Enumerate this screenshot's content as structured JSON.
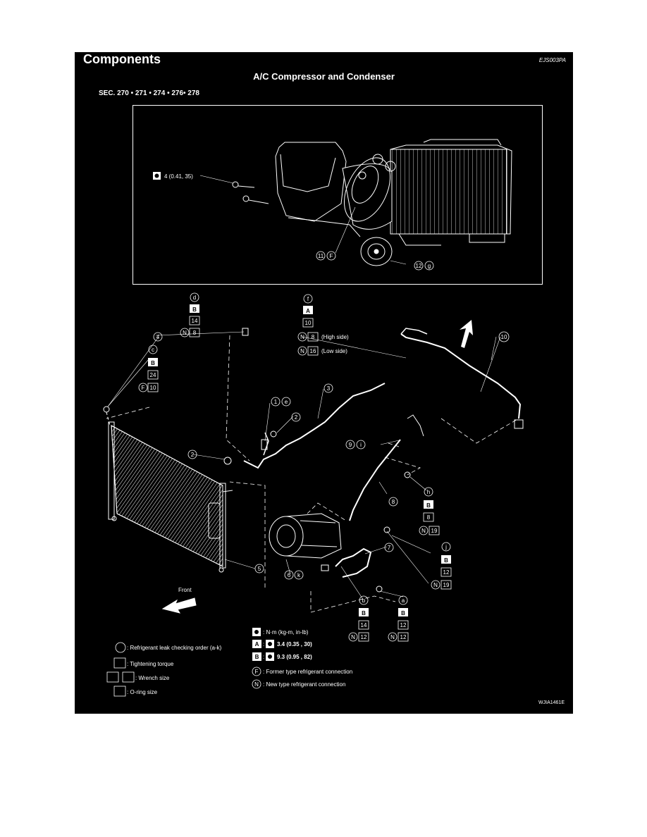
{
  "header": {
    "title": "Components",
    "code": "EJS003PA",
    "subtitle": "A/C Compressor and Condenser",
    "section": "SEC. 270 • 271 • 274 • 276• 278"
  },
  "inset": {
    "torque": "4 (0.41, 35)",
    "callout_11": "11",
    "callout_11_type": "F",
    "callout_12": "12",
    "callout_12_order": "g"
  },
  "callouts": {
    "n1": "1",
    "n2": "2",
    "n3": "3",
    "n4": "4",
    "n5": "5",
    "n6": "6",
    "n7": "7",
    "n8": "8",
    "n9": "9",
    "n10": "10",
    "ord_a": "a",
    "ord_b": "b",
    "ord_c": "c",
    "ord_d": "d",
    "ord_e": "e",
    "ord_f": "f",
    "ord_h": "h",
    "ord_i": "i",
    "ord_j": "j",
    "ord_k": "k",
    "torque_A": "A",
    "torque_B": "B",
    "type_F": "F",
    "type_N": "N",
    "d_wrench": "14",
    "d_oring": "8",
    "f_wrench": "10",
    "f_oring_high": "8",
    "f_oring_low": "16",
    "high_side": "(High side)",
    "low_side": "(Low side)",
    "c_wrench": "24",
    "c_oring": "10",
    "h_wrench": "8",
    "h_oring": "19",
    "j_wrench": "12",
    "j_oring": "19",
    "b_wrench": "14",
    "b_oring": "12",
    "a_wrench": "12",
    "a_oring": "12",
    "front": "Front"
  },
  "legend": {
    "leak_order": ": Refrigerant leak checking order (a-k)",
    "torque": ": Tightening torque",
    "wrench": ": Wrench size",
    "oring": ": O-ring size",
    "units": ": N·m (kg-m, in-lb)",
    "spec_a": "3.4 (0.35 , 30)",
    "spec_b": "9.3 (0.95 , 82)",
    "former": ": Former type refrigerant connection",
    "new": ": New type refrigerant connection",
    "colon": ":"
  },
  "figure_id": "WJIA1461E"
}
